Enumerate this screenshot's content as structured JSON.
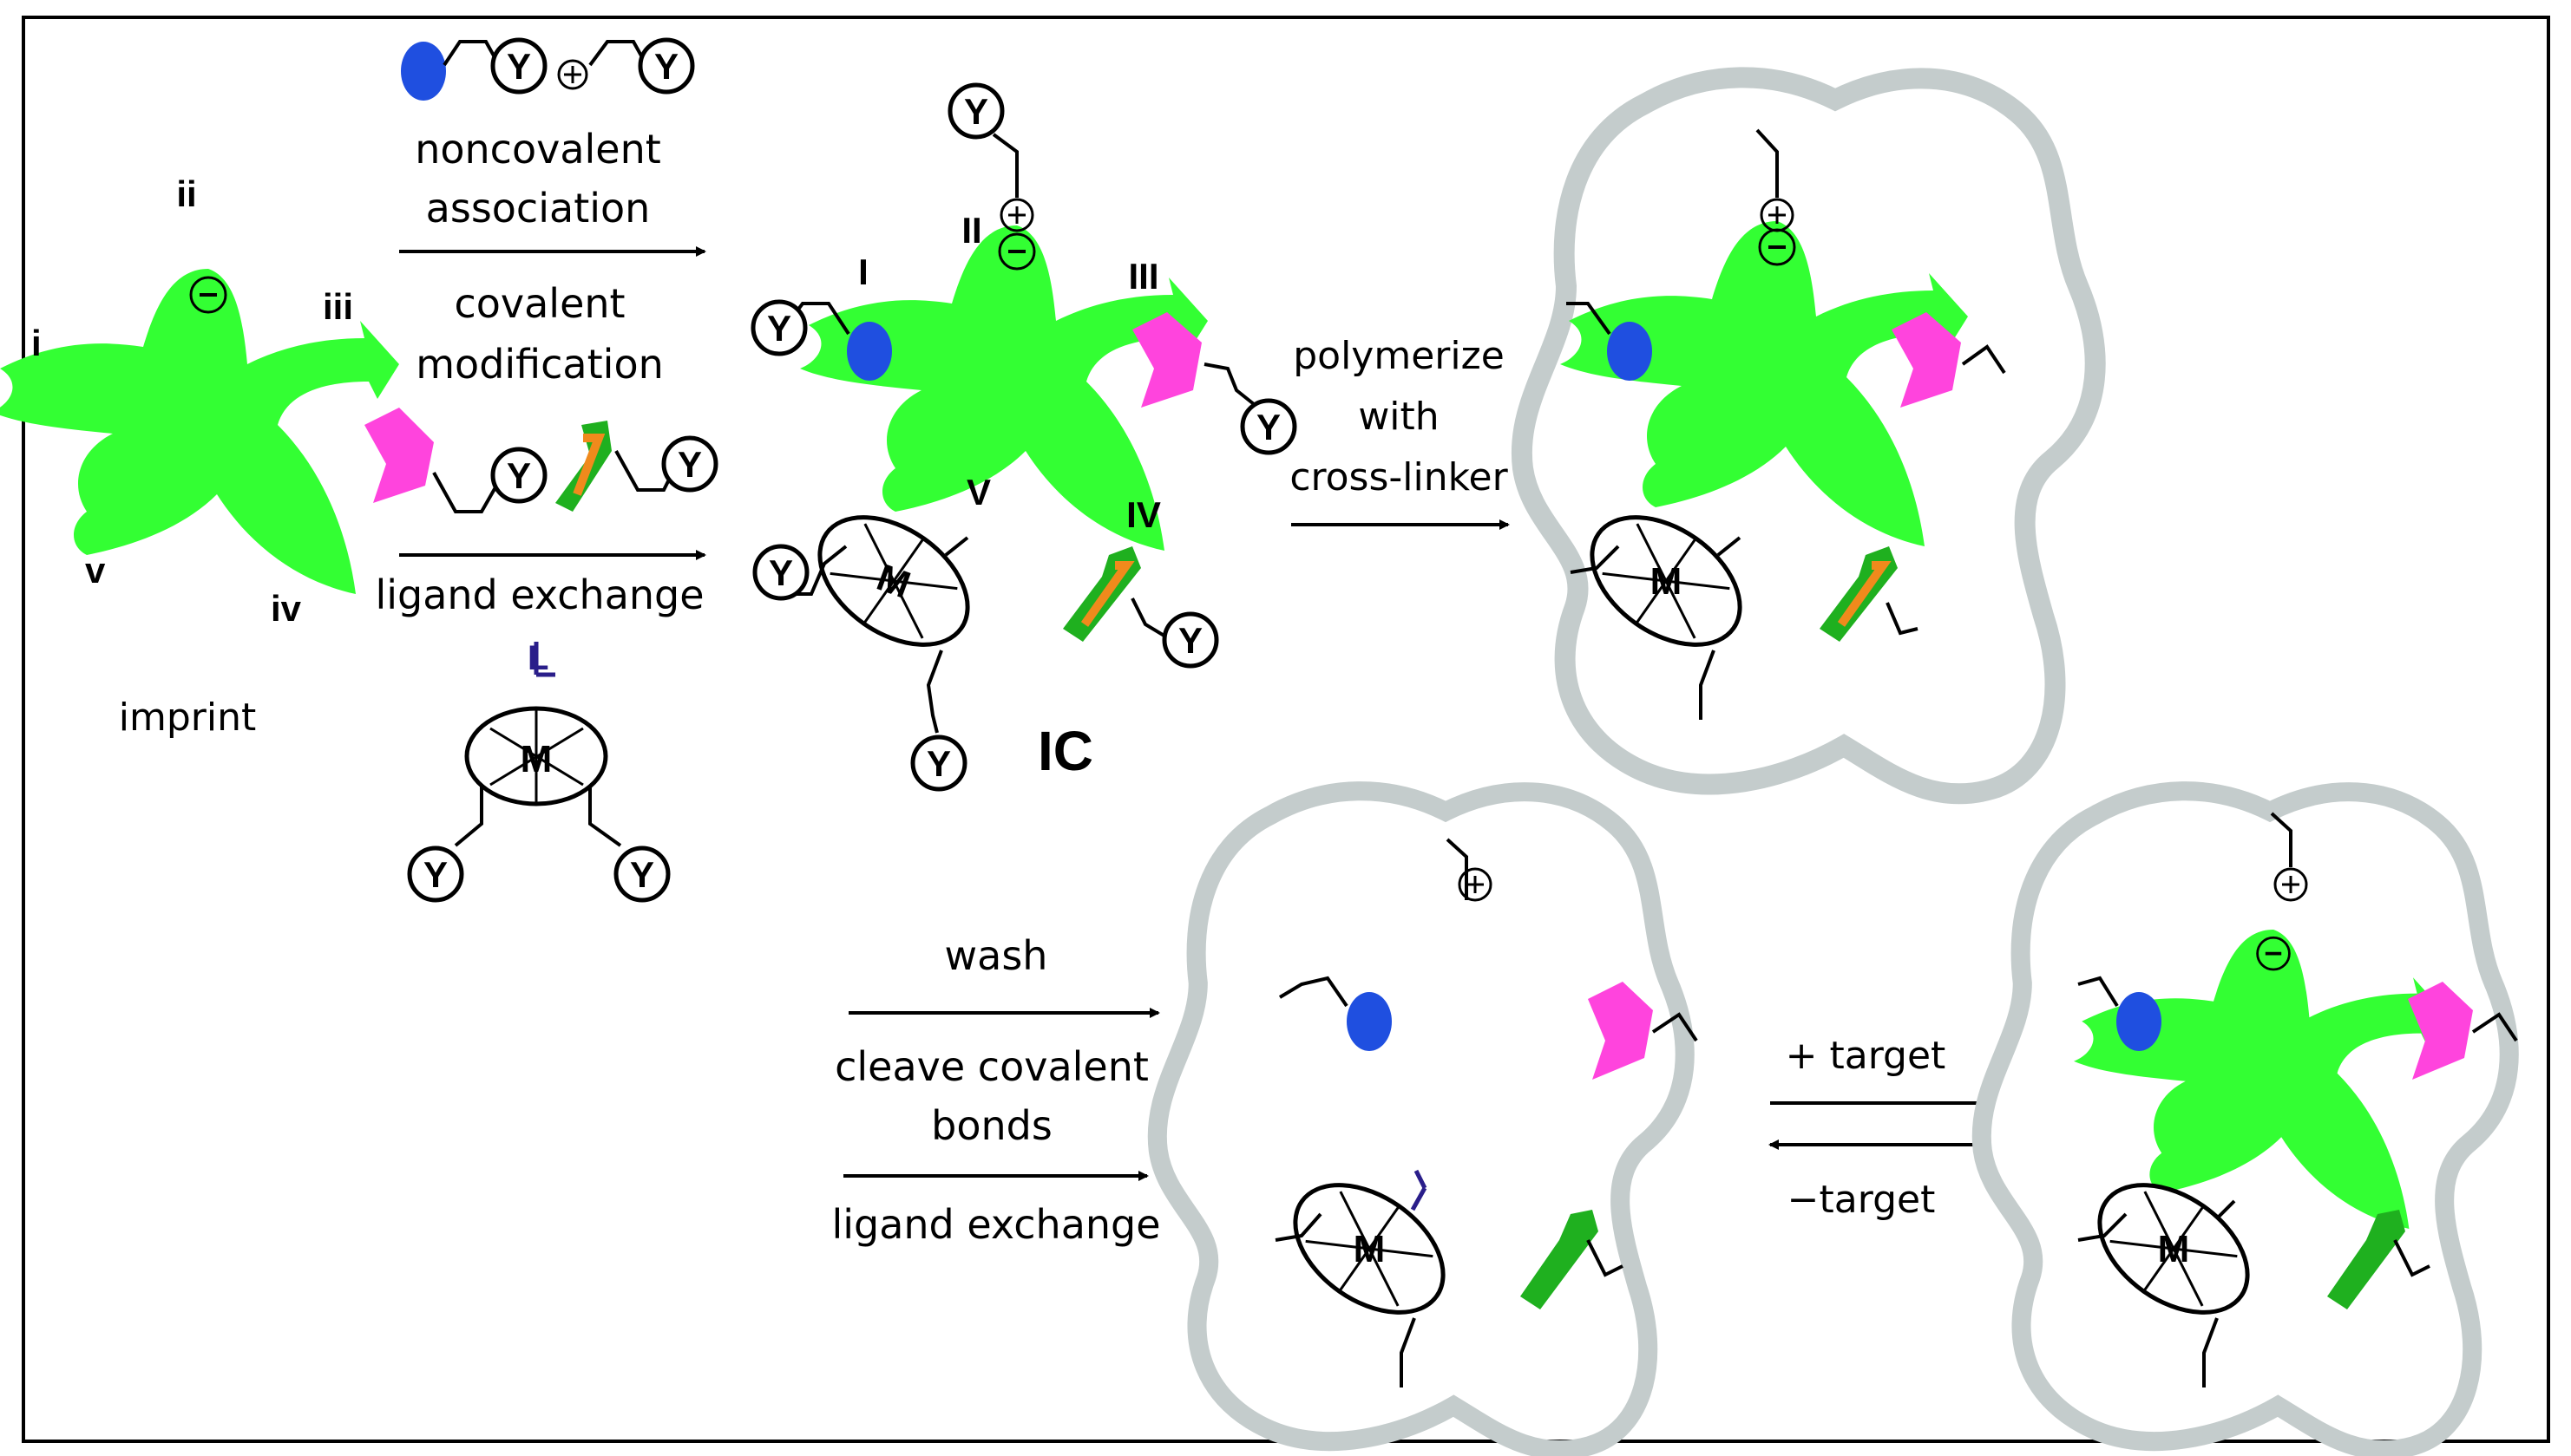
{
  "labels": {
    "site_i": "i",
    "site_ii": "ii",
    "site_iii": "iii",
    "site_iv": "iv",
    "site_v": "v",
    "imprint": "imprint",
    "IC_I": "I",
    "IC_II": "II",
    "IC_III": "III",
    "IC_IV": "IV",
    "IC_V": "V",
    "IC": "IC",
    "Y": "Y",
    "M": "M",
    "L": "L",
    "minus": "⊖",
    "plus": "⊕"
  },
  "arrows": {
    "noncovalent_1": "noncovalent",
    "noncovalent_2": "association",
    "covalent_1": "covalent",
    "covalent_2": "modification",
    "ligand_exchange": "ligand exchange",
    "polymerize_1": "polymerize",
    "polymerize_2": "with",
    "polymerize_3": "cross-linker",
    "wash": "wash",
    "cleave_1": "cleave covalent",
    "cleave_2": "bonds",
    "ligand_exchange_2": "ligand exchange",
    "plus_target": "+ target",
    "minus_target": "−target"
  },
  "colors": {
    "imprint_green": "#33ff33",
    "blue_group": "#1f4fe0",
    "magenta_group": "#ff44dd",
    "green_bracket": "#1fb01f",
    "orange_bracket": "#f08a1c",
    "cavity_gray": "#c4cccc",
    "ligand_purple": "#2a1e8a"
  }
}
